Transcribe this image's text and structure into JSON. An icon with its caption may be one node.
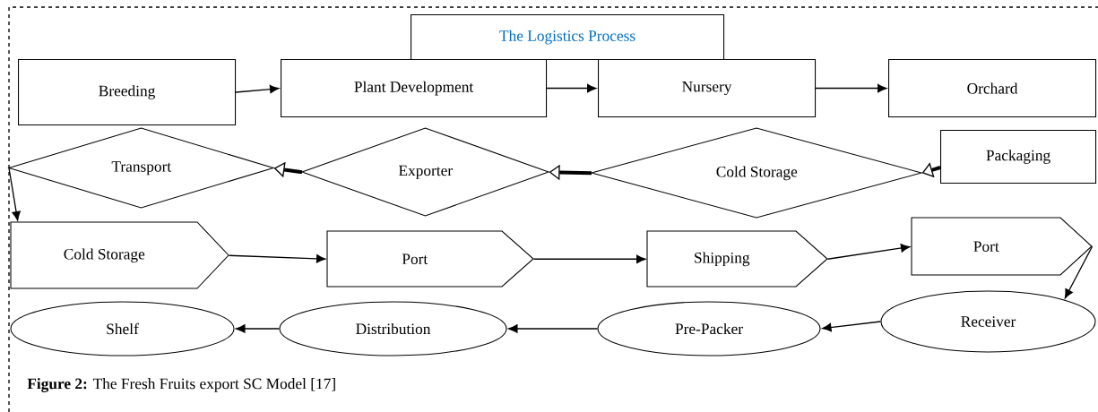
{
  "diagram": {
    "caption": "**Figure 2:** The Fresh Fruits export SC Model [17]",
    "nodes": [
      {
        "text": [
          "The Logistics Process"
        ]
      },
      {
        "text": [
          "Breeding"
        ]
      },
      {
        "text": [
          "Plant Development"
        ]
      },
      {
        "text": [
          "Nursery"
        ]
      },
      {
        "text": [
          "Orchard"
        ]
      },
      {
        "text": [
          "Transport"
        ]
      },
      {
        "text": [
          "Exporter"
        ]
      },
      {
        "text": [
          "Cold Storage"
        ]
      },
      {
        "text": [
          "Packaging"
        ]
      },
      {
        "text": [
          "Cold Storage"
        ]
      },
      {
        "text": [
          "Port"
        ]
      },
      {
        "text": [
          "Shipping"
        ]
      },
      {
        "text": [
          "Port"
        ]
      },
      {
        "text": [
          "Shelf"
        ]
      },
      {
        "text": [
          "Distribution"
        ]
      },
      {
        "text": [
          "Pre-Packer"
        ]
      },
      {
        "text": [
          "Receiver"
        ]
      }
    ],
    "edges": [
      {
        "from": 1,
        "to": 2,
        "arrow": "to"
      },
      {
        "from": 2,
        "to": 3,
        "arrow": "to"
      },
      {
        "from": 3,
        "to": 4,
        "arrow": "to"
      },
      {
        "from": 8,
        "to": 7,
        "arrow": "to",
        "style": "thick"
      },
      {
        "from": 7,
        "to": 6,
        "arrow": "to",
        "style": "thick"
      },
      {
        "from": 6,
        "to": 5,
        "arrow": "to",
        "style": "thick"
      },
      {
        "from": 5,
        "to": 9,
        "arrow": "to"
      },
      {
        "from": 9,
        "to": 10,
        "arrow": "to"
      },
      {
        "from": 10,
        "to": 11,
        "arrow": "to"
      },
      {
        "from": 11,
        "to": 12,
        "arrow": "to"
      },
      {
        "from": 12,
        "to": 16,
        "arrow": "to"
      },
      {
        "from": 16,
        "to": 15,
        "arrow": "to"
      },
      {
        "from": 15,
        "to": 14,
        "arrow": "to"
      },
      {
        "from": 14,
        "to": 13,
        "arrow": "to"
      }
    ]
  }
}
